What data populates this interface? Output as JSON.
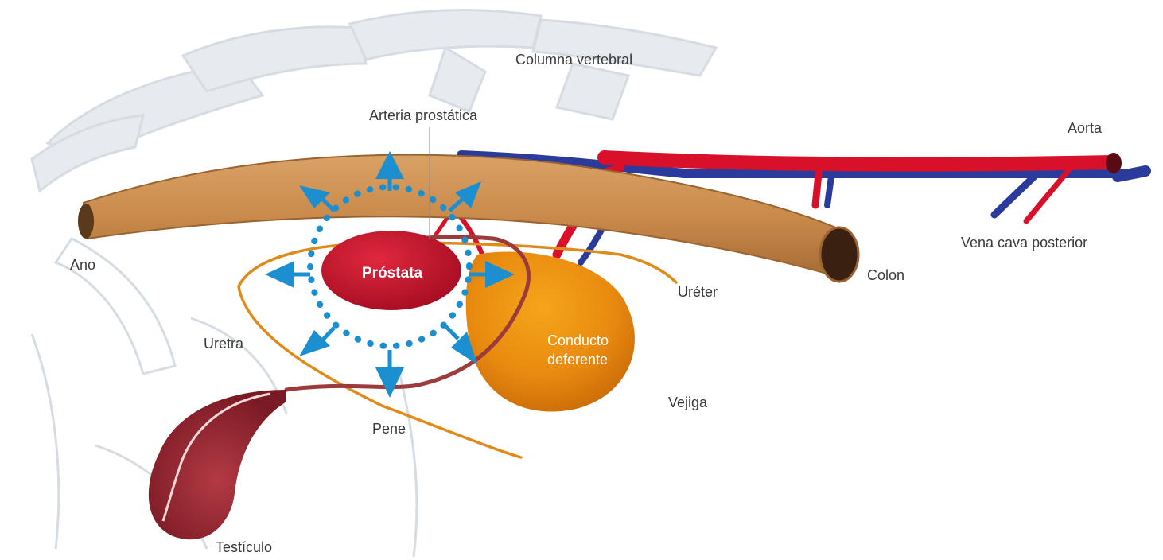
{
  "labels": {
    "columna": "Columna vertebral",
    "arteria": "Arteria prostática",
    "aorta": "Aorta",
    "vena_cava": "Vena cava posterior",
    "ano": "Ano",
    "prostata": "Próstata",
    "colon": "Colon",
    "ureter": "Uréter",
    "uretra": "Uretra",
    "conducto_line1": "Conducto",
    "conducto_line2": "deferente",
    "vejiga": "Vejiga",
    "pene": "Pene",
    "testiculo": "Testículo"
  },
  "colors": {
    "skeleton": "#dde3ea",
    "skeleton_stroke": "#c9d1da",
    "colon": "#c98a4b",
    "artery": "#d8102a",
    "vein": "#2a3b9c",
    "prostate": "#c4112a",
    "bladder": "#e98a10",
    "ureter": "#e08a1a",
    "urethra": "#9c3b3b",
    "arrows": "#1c8fd0",
    "testicle": "#9b2430"
  }
}
